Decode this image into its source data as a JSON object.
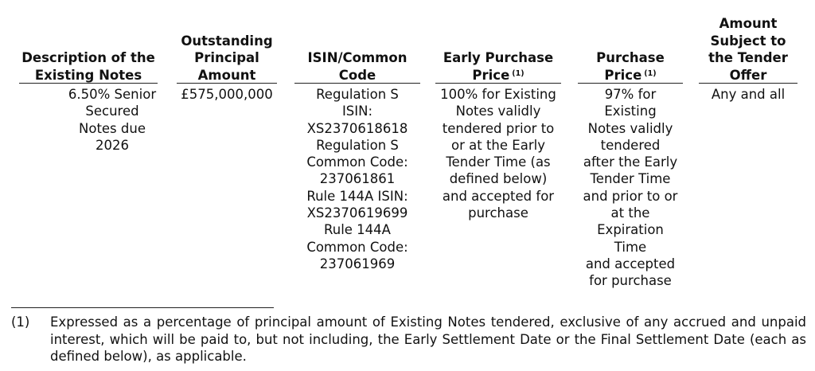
{
  "table": {
    "headers": [
      {
        "text": "Description of the\nExisting Notes",
        "sup": ""
      },
      {
        "text": "Outstanding\nPrincipal\nAmount",
        "sup": ""
      },
      {
        "text": "ISIN/Common\nCode",
        "sup": ""
      },
      {
        "text": "Early Purchase\nPrice",
        "sup": "(1)"
      },
      {
        "text": "Purchase\nPrice",
        "sup": "(1)"
      },
      {
        "text": "Amount\nSubject to\nthe Tender\nOffer",
        "sup": ""
      }
    ],
    "row": [
      "6.50% Senior\nSecured\nNotes due\n2026",
      "£575,000,000",
      "Regulation S\nISIN:\nXS2370618618\nRegulation S\nCommon Code:\n237061861\nRule 144A ISIN:\nXS2370619699\nRule 144A\nCommon Code:\n237061969",
      "100% for Existing\nNotes validly\ntendered prior to\nor at the Early\nTender Time (as\ndefined below)\nand accepted for\npurchase",
      "97% for\nExisting\nNotes validly\ntendered\nafter the Early\nTender Time\nand prior to or\nat the\nExpiration\nTime\nand accepted\nfor purchase",
      "Any and all"
    ]
  },
  "footnote": {
    "marker": "(1)",
    "text": "Expressed as a percentage of principal amount of Existing Notes tendered, exclusive of any accrued and unpaid interest, which will be paid to, but not including, the Early Settlement Date or the Final Settlement Date (each as defined below), as applicable."
  }
}
